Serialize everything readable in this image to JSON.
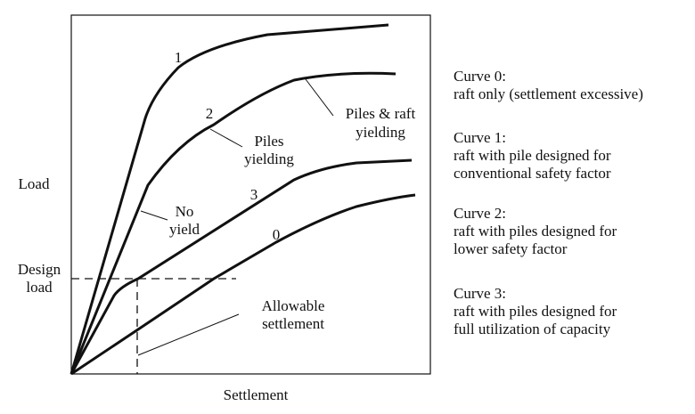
{
  "axes": {
    "y_label": "Load",
    "x_label": "Settlement",
    "design_load_line1": "Design",
    "design_load_line2": "load"
  },
  "curve_labels": {
    "c1": "1",
    "c2": "2",
    "c3": "3",
    "c0": "0"
  },
  "annotations": {
    "no_yield_1": "No",
    "no_yield_2": "yield",
    "piles_yielding_1": "Piles",
    "piles_yielding_2": "yielding",
    "piles_raft_1": "Piles & raft",
    "piles_raft_2": "yielding",
    "allowable_1": "Allowable",
    "allowable_2": "settlement"
  },
  "legend": [
    {
      "title": "Curve 0:",
      "lines": [
        "raft only (settlement excessive)"
      ]
    },
    {
      "title": "Curve 1:",
      "lines": [
        "raft with pile designed for",
        "conventional safety factor"
      ]
    },
    {
      "title": "Curve 2:",
      "lines": [
        "raft with piles designed for",
        "lower safety factor"
      ]
    },
    {
      "title": "Curve 3:",
      "lines": [
        "raft with piles designed for",
        "full utilization of capacity"
      ]
    }
  ]
}
